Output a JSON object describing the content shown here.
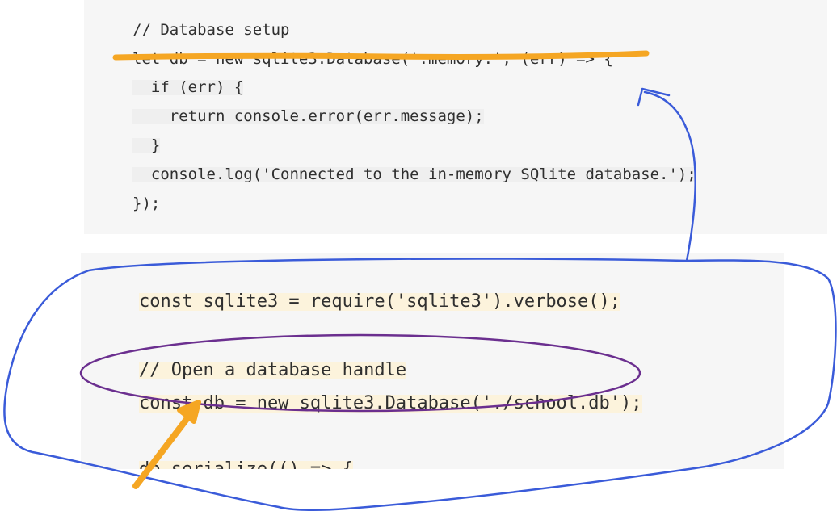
{
  "snippet_top": {
    "lines": [
      "// Database setup",
      "let db = new sqlite3.Database(':memory:', (err) => {",
      "  if (err) {",
      "    return console.error(err.message);",
      "  }",
      "  console.log('Connected to the in-memory SQlite database.');",
      "});"
    ]
  },
  "snippet_bottom": {
    "lines": [
      "const sqlite3 = require('sqlite3').verbose();",
      "// Open a database handle",
      "const db = new sqlite3.Database('./school.db');",
      "db.serialize(() => {"
    ]
  },
  "annotations": {
    "strike_color": "#f5a623",
    "arrow_color": "#f5a623",
    "ellipse_color": "#6b2f8f",
    "loop_color": "#3a5bd9"
  }
}
